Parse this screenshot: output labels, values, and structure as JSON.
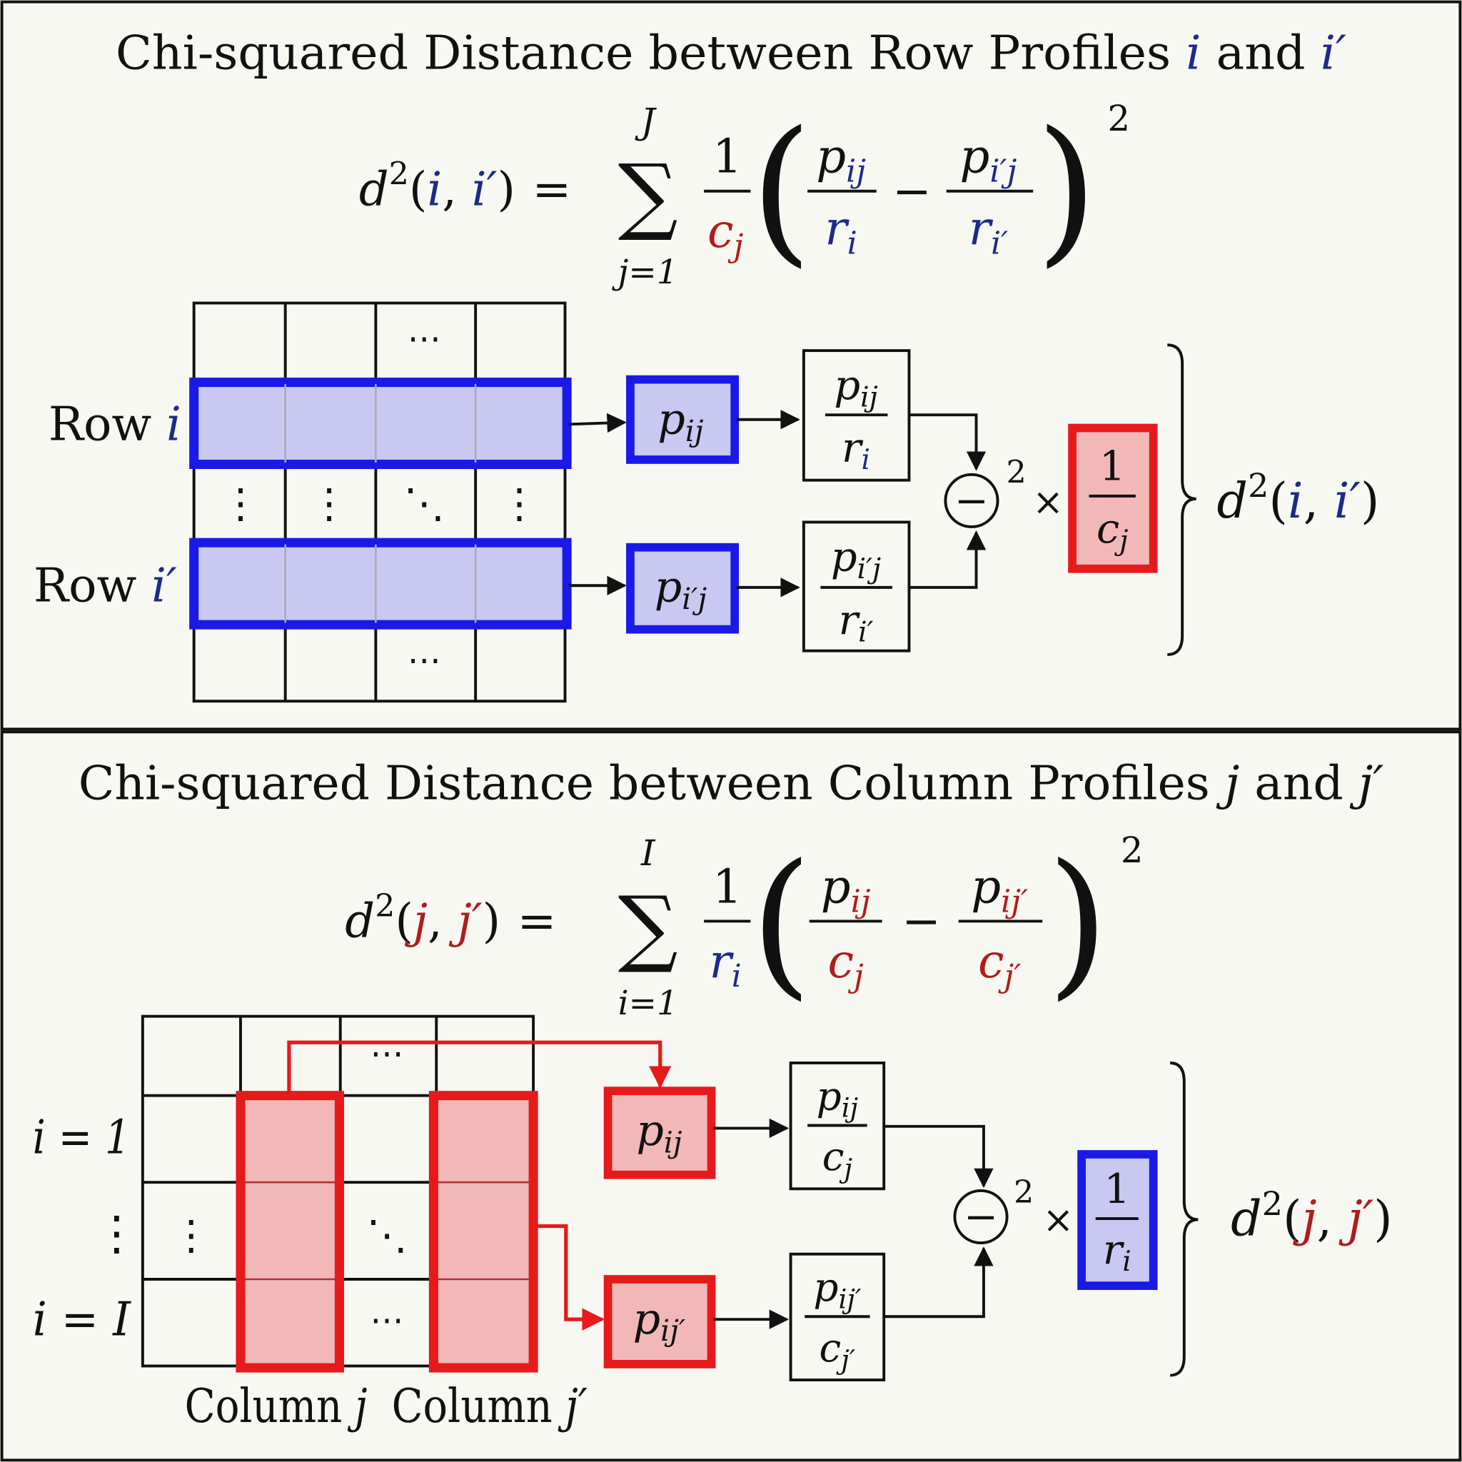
{
  "colors": {
    "blue_box": "#1a1ae6",
    "blue_fill": "#c8c8f0",
    "red_box": "#e61a1a",
    "red_fill": "#f2b8b8",
    "math_blue": "#1c2a8a",
    "math_red": "#b01c1c",
    "background": "#f8f8f3"
  },
  "row_panel": {
    "title": "Chi-squared Distance between Row Profiles ",
    "title_var1": "i",
    "title_and": " and ",
    "title_var2": "i′",
    "formula": {
      "d": "d",
      "sq": "2",
      "open": "(",
      "i": "i",
      "comma": ", ",
      "ip": "i′",
      "close": ")",
      "eq": "=",
      "sum": "∑",
      "upper": "J",
      "lower": "j=1",
      "one": "1",
      "c": "c",
      "j": "j",
      "p": "p",
      "ij": "ij",
      "ipj": "i′j",
      "r": "r",
      "ri": "i",
      "rip": "i′",
      "minus": "−",
      "lparen": "(",
      "rparen": ")",
      "power": "2"
    },
    "labels": {
      "row_i_text": "Row ",
      "row_i_var": "i",
      "row_ip_text": "Row ",
      "row_ip_var": "i′"
    },
    "dots": {
      "h": "⋯",
      "v": "⋮",
      "d": "⋱"
    },
    "ops": {
      "minus": "−",
      "power": "2",
      "times": "×"
    },
    "result": {
      "d": "d",
      "sq": "2",
      "open": "(",
      "i": "i",
      "comma": ", ",
      "ip": "i′",
      "close": ")"
    }
  },
  "column_panel": {
    "title": "Chi-squared Distance between Column Profiles ",
    "title_var1": "j",
    "title_and": " and ",
    "title_var2": "j′",
    "formula": {
      "d": "d",
      "sq": "2",
      "open": "(",
      "j": "j",
      "comma": ", ",
      "jp": "j′",
      "close": ")",
      "eq": "=",
      "sum": "∑",
      "upper": "I",
      "lower": "i=1",
      "one": "1",
      "r": "r",
      "i": "i",
      "p": "p",
      "ij": "ij",
      "ijp": "ij′",
      "c": "c",
      "cj": "j",
      "cjp": "j′",
      "minus": "−",
      "lparen": "(",
      "rparen": ")",
      "power": "2"
    },
    "labels": {
      "i1": "i = 1",
      "vdots": "⋮",
      "iI": "i = I",
      "col_j": "Column ",
      "col_j_var": "j",
      "col_jp": "Column ",
      "col_jp_var": "j′"
    },
    "dots": {
      "h": "⋯",
      "v": "⋮",
      "d": "⋱"
    },
    "ops": {
      "minus": "−",
      "power": "2",
      "times": "×"
    },
    "result": {
      "d": "d",
      "sq": "2",
      "open": "(",
      "j": "j",
      "comma": ", ",
      "jp": "j′",
      "close": ")"
    }
  }
}
